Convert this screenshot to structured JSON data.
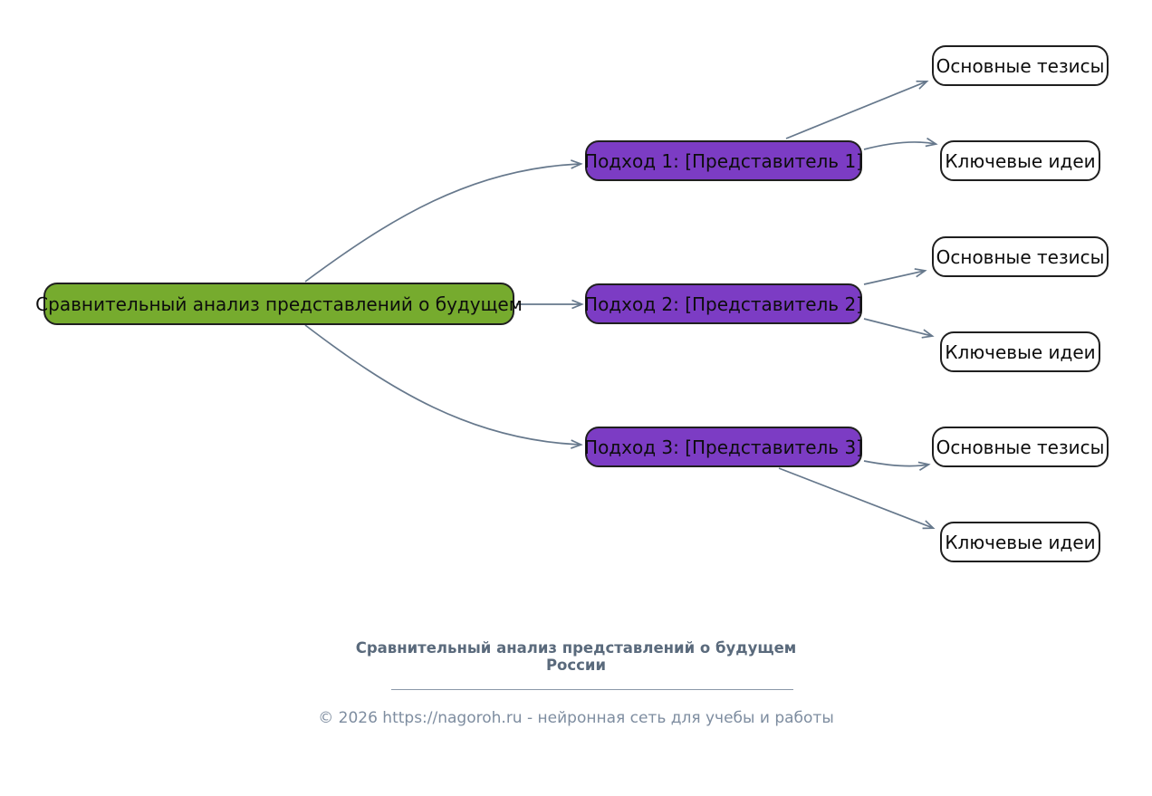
{
  "diagram": {
    "root": {
      "label": "Сравнительный анализ представлений о будущем"
    },
    "branches": [
      {
        "label": "Подход 1: [Представитель 1]",
        "children": [
          {
            "label": "Основные тезисы"
          },
          {
            "label": "Ключевые идеи"
          }
        ]
      },
      {
        "label": "Подход 2: [Представитель 2]",
        "children": [
          {
            "label": "Основные тезисы"
          },
          {
            "label": "Ключевые идеи"
          }
        ]
      },
      {
        "label": "Подход 3: [Представитель 3]",
        "children": [
          {
            "label": "Основные тезисы"
          },
          {
            "label": "Ключевые идеи"
          }
        ]
      }
    ]
  },
  "footer": {
    "title_line1": "Сравнительный анализ представлений о будущем",
    "title_line2": "России",
    "copyright": "© 2026 https://nagoroh.ru - нейронная сеть для учебы и работы"
  },
  "colors": {
    "root_fill": "#76ab2e",
    "branch_fill": "#7c3cc4",
    "leaf_fill": "#ffffff",
    "node_border": "#1f1f1f",
    "edge": "#66788c",
    "footer_title": "#5a6a7c",
    "footer_text": "#7e8da0"
  }
}
